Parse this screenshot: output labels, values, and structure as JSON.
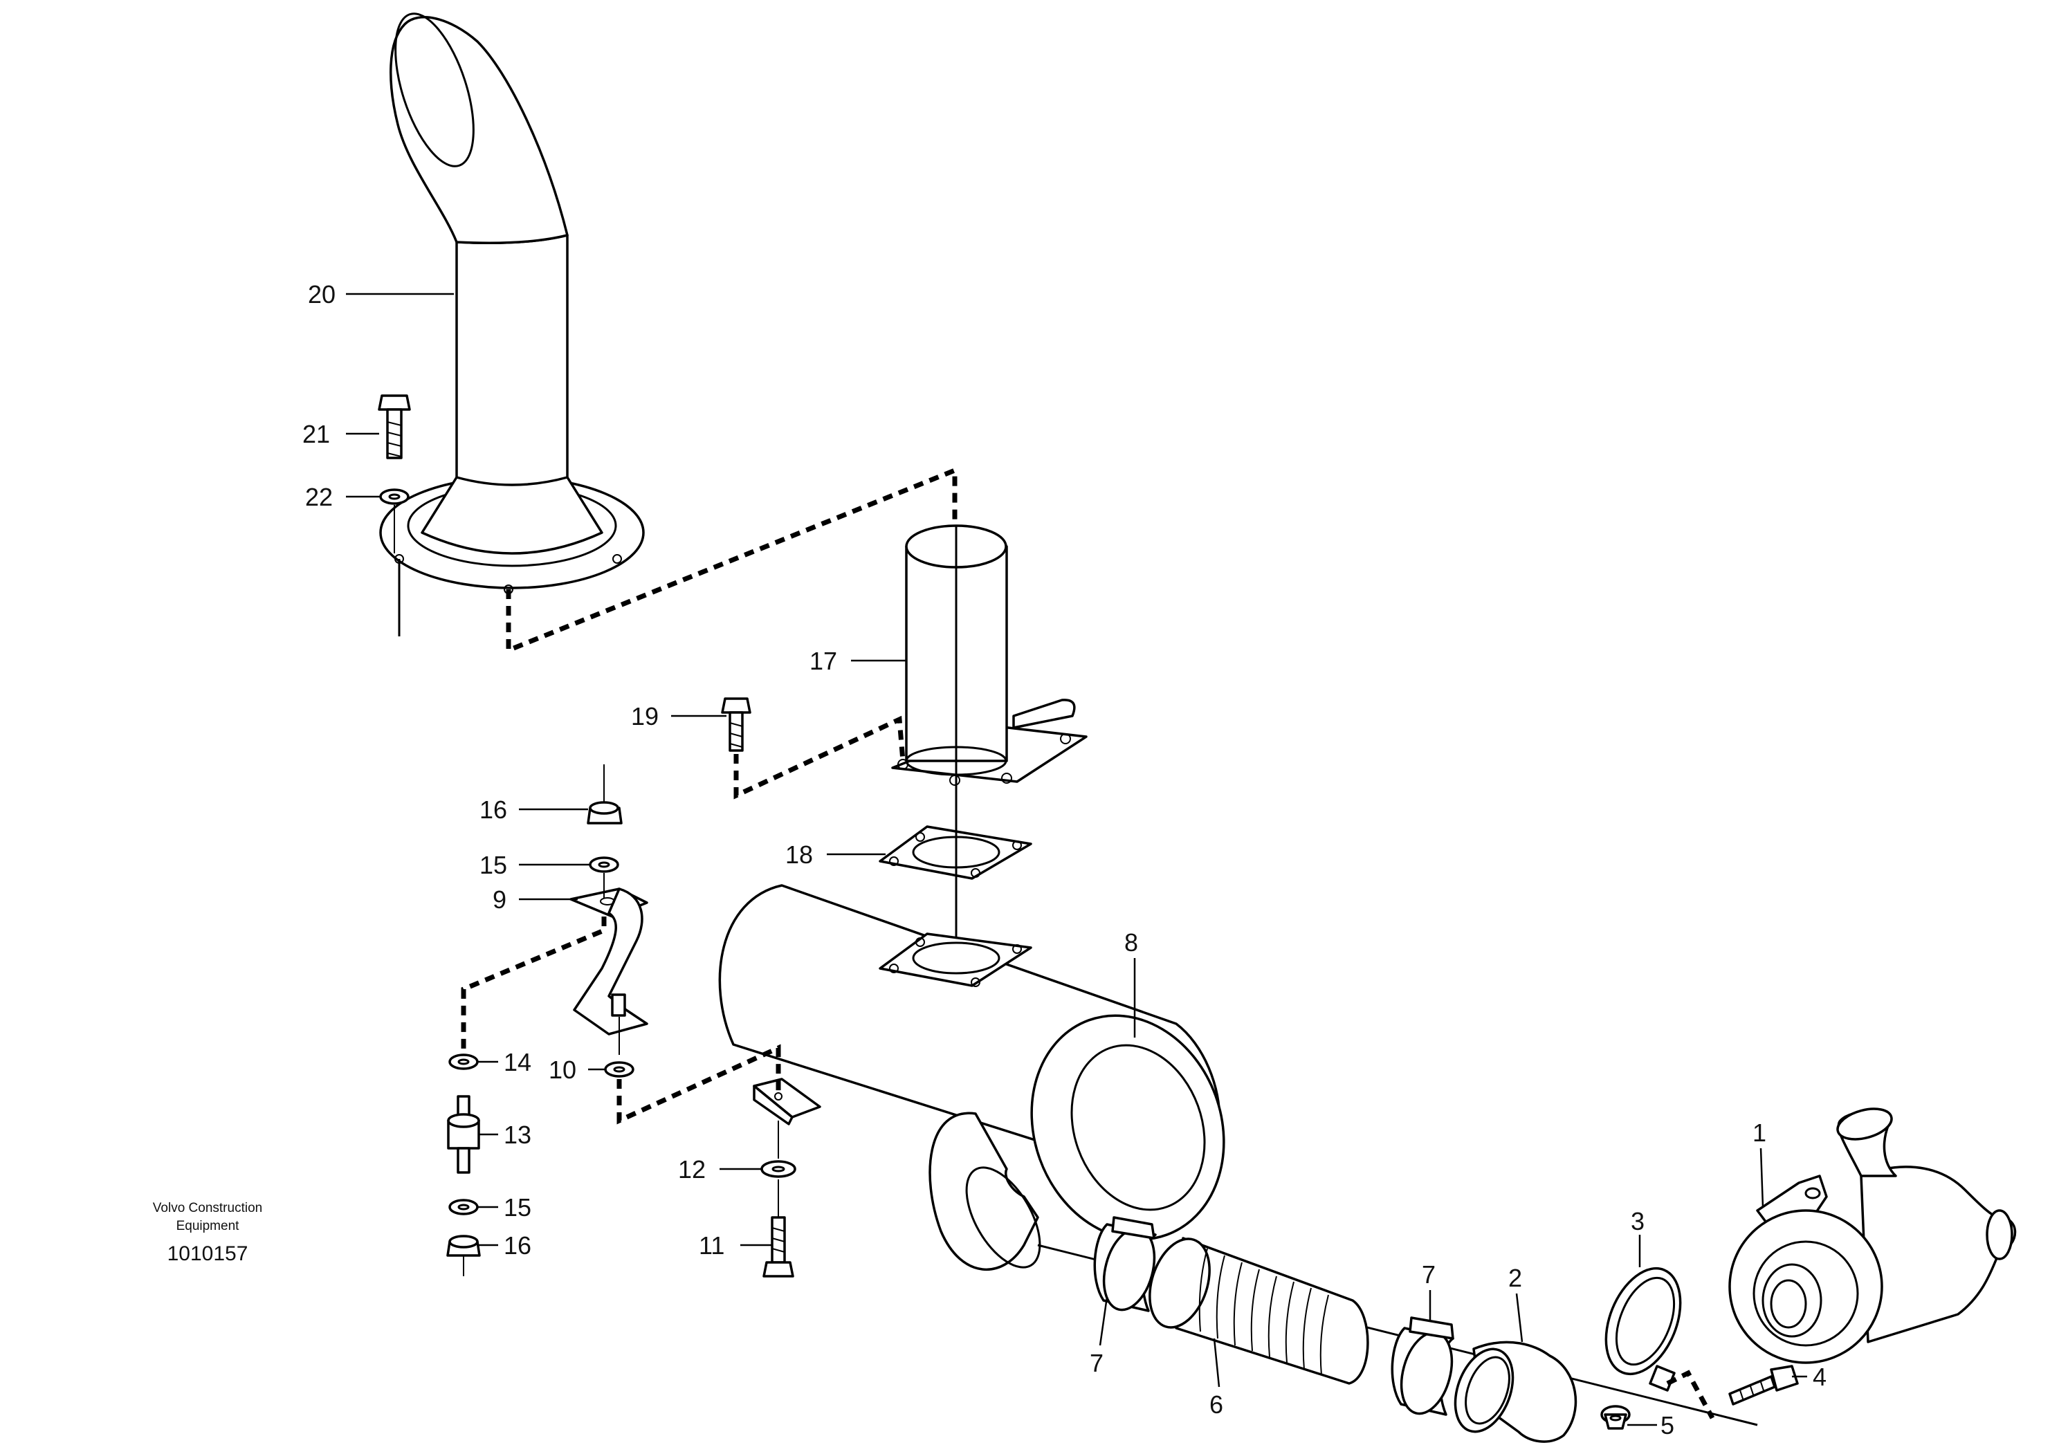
{
  "brand": {
    "line1": "Volvo Construction",
    "line2": "Equipment",
    "code": "1010157"
  },
  "callouts": {
    "c1": "1",
    "c2": "2",
    "c3": "3",
    "c4": "4",
    "c5": "5",
    "c6": "6",
    "c7a": "7",
    "c7b": "7",
    "c8": "8",
    "c9": "9",
    "c10": "10",
    "c11": "11",
    "c12": "12",
    "c13": "13",
    "c14": "14",
    "c15a": "15",
    "c15b": "15",
    "c16a": "16",
    "c16b": "16",
    "c17": "17",
    "c18": "18",
    "c19": "19",
    "c20": "20",
    "c21": "21",
    "c22": "22"
  }
}
